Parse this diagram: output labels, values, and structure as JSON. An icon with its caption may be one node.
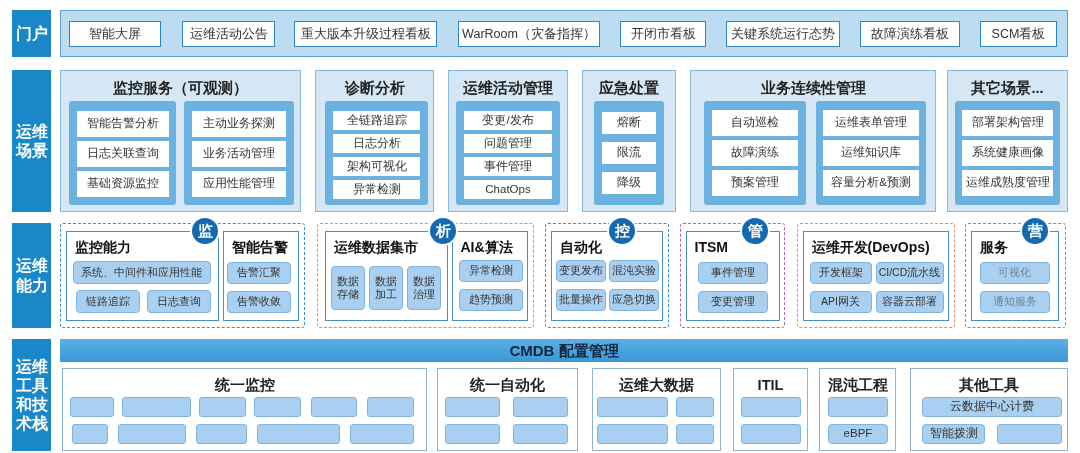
{
  "diagram": {
    "nodes": [
      {
        "text": [
          "门户"
        ]
      },
      {
        "text": [],
        "shape": "band"
      },
      {
        "text": [
          "智能大屏"
        ],
        "in": 1
      },
      {
        "text": [
          "运维活动公告"
        ],
        "in": 1
      },
      {
        "text": [
          "重大版本升级过程看板"
        ],
        "in": 1
      },
      {
        "text": [
          "WarRoom（灾备指挥）"
        ],
        "in": 1
      },
      {
        "text": [
          "开闭市看板"
        ],
        "in": 1
      },
      {
        "text": [
          "关键系统运行态势"
        ],
        "in": 1
      },
      {
        "text": [
          "故障演练看板"
        ],
        "in": 1
      },
      {
        "text": [
          "SCM看板"
        ],
        "in": 1
      },
      {
        "text": [
          "运维场景"
        ]
      },
      {
        "text": [
          "监控服务（可观测）"
        ]
      },
      {
        "text": [],
        "shape": "box",
        "in": 11
      },
      {
        "text": [
          "智能告警分析"
        ],
        "in": 12
      },
      {
        "text": [
          "日志关联查询"
        ],
        "in": 12
      },
      {
        "text": [
          "基础资源监控"
        ],
        "in": 12
      },
      {
        "text": [],
        "shape": "box",
        "in": 11
      },
      {
        "text": [
          "主动业务探测"
        ],
        "in": 16
      },
      {
        "text": [
          "业务活动管理"
        ],
        "in": 16
      },
      {
        "text": [
          "应用性能管理"
        ],
        "in": 16
      },
      {
        "text": [
          "诊断分析"
        ]
      },
      {
        "text": [],
        "shape": "box",
        "in": 20
      },
      {
        "text": [
          "全链路追踪"
        ],
        "in": 21
      },
      {
        "text": [
          "日志分析"
        ],
        "in": 21
      },
      {
        "text": [
          "架构可视化"
        ],
        "in": 21
      },
      {
        "text": [
          "异常检测"
        ],
        "in": 21
      },
      {
        "text": [
          "运维活动管理"
        ]
      },
      {
        "text": [],
        "shape": "box",
        "in": 26
      },
      {
        "text": [
          "变更/发布"
        ],
        "in": 27
      },
      {
        "text": [
          "问题管理"
        ],
        "in": 27
      },
      {
        "text": [
          "事件管理"
        ],
        "in": 27
      },
      {
        "text": [
          "ChatOps"
        ],
        "in": 27
      },
      {
        "text": [
          "应急处置"
        ]
      },
      {
        "text": [],
        "shape": "box",
        "in": 32
      },
      {
        "text": [
          "熔断"
        ],
        "in": 33
      },
      {
        "text": [
          "限流"
        ],
        "in": 33
      },
      {
        "text": [
          "降级"
        ],
        "in": 33
      },
      {
        "text": [
          "业务连续性管理"
        ]
      },
      {
        "text": [],
        "shape": "box",
        "in": 37
      },
      {
        "text": [
          "自动巡检"
        ],
        "in": 38
      },
      {
        "text": [
          "故障演练"
        ],
        "in": 38
      },
      {
        "text": [
          "预案管理"
        ],
        "in": 38
      },
      {
        "text": [],
        "shape": "box",
        "in": 37
      },
      {
        "text": [
          "运维表单管理"
        ],
        "in": 42
      },
      {
        "text": [
          "运维知识库"
        ],
        "in": 42
      },
      {
        "text": [
          "容量分析&预测"
        ],
        "in": 42
      },
      {
        "text": [
          "其它场景..."
        ]
      },
      {
        "text": [],
        "shape": "box",
        "in": 46
      },
      {
        "text": [
          "部署架构管理"
        ],
        "in": 47
      },
      {
        "text": [
          "系统健康画像"
        ],
        "in": 47
      },
      {
        "text": [
          "运维成熟度管理"
        ],
        "in": 47
      },
      {
        "text": [
          "运维能力"
        ]
      },
      {
        "text": [],
        "shape": "box"
      },
      {
        "text": [
          "监"
        ]
      },
      {
        "text": [
          "监控能力"
        ],
        "in": 52
      },
      {
        "text": [
          "系统、中间件和应用性能"
        ],
        "in": 54
      },
      {
        "text": [
          "链路追踪"
        ],
        "in": 54
      },
      {
        "text": [
          "日志查询"
        ],
        "in": 54
      },
      {
        "text": [
          "智能告警"
        ],
        "in": 52
      },
      {
        "text": [
          "告警汇聚"
        ],
        "in": 58
      },
      {
        "text": [
          "告警收敛"
        ],
        "in": 58
      },
      {
        "text": [],
        "shape": "box"
      },
      {
        "text": [
          "析"
        ]
      },
      {
        "text": [
          "运维数据集市"
        ],
        "in": 61
      },
      {
        "text": [
          "数据存储"
        ],
        "in": 63
      },
      {
        "text": [
          "数据加工"
        ],
        "in": 63
      },
      {
        "text": [
          "数据治理"
        ],
        "in": 63
      },
      {
        "text": [
          "AI&算法"
        ],
        "in": 61
      },
      {
        "text": [
          "异常检测"
        ],
        "in": 67
      },
      {
        "text": [
          "趋势预测"
        ],
        "in": 67
      },
      {
        "text": [],
        "shape": "box"
      },
      {
        "text": [
          "控"
        ]
      },
      {
        "text": [
          "自动化"
        ],
        "in": 70
      },
      {
        "text": [
          "变更发布"
        ],
        "in": 72
      },
      {
        "text": [
          "混沌实验"
        ],
        "in": 72
      },
      {
        "text": [
          "批量操作"
        ],
        "in": 72
      },
      {
        "text": [
          "应急切换"
        ],
        "in": 72
      },
      {
        "text": [],
        "shape": "box"
      },
      {
        "text": [
          "管"
        ]
      },
      {
        "text": [
          "ITSM"
        ],
        "in": 77
      },
      {
        "text": [
          "事件管理"
        ],
        "in": 79
      },
      {
        "text": [
          "变更管理"
        ],
        "in": 79
      },
      {
        "text": [],
        "shape": "box"
      },
      {
        "text": [
          "运维开发(DevOps)"
        ],
        "in": 82
      },
      {
        "text": [
          "开发框架"
        ],
        "in": 83
      },
      {
        "text": [
          "CI/CD流水线"
        ],
        "in": 83
      },
      {
        "text": [
          "API网关"
        ],
        "in": 83
      },
      {
        "text": [
          "容器云部署"
        ],
        "in": 83
      },
      {
        "text": [],
        "shape": "box"
      },
      {
        "text": [
          "营"
        ]
      },
      {
        "text": [
          "服务"
        ],
        "in": 88
      },
      {
        "text": [
          "可视化"
        ],
        "in": 90
      },
      {
        "text": [
          "通知服务"
        ],
        "in": 90
      },
      {
        "text": [
          "运维工具和技术栈"
        ]
      },
      {
        "text": [
          "CMDB 配置管理"
        ]
      },
      {
        "text": [
          "统一监控"
        ]
      },
      {
        "text": [],
        "shape": "box",
        "in": 95
      },
      {
        "text": [],
        "shape": "box",
        "in": 95
      },
      {
        "text": [],
        "shape": "box",
        "in": 95
      },
      {
        "text": [],
        "shape": "box",
        "in": 95
      },
      {
        "text": [],
        "shape": "box",
        "in": 95
      },
      {
        "text": [],
        "shape": "box",
        "in": 95
      },
      {
        "text": [],
        "shape": "box",
        "in": 95
      },
      {
        "text": [],
        "shape": "box",
        "in": 95
      },
      {
        "text": [],
        "shape": "box",
        "in": 95
      },
      {
        "text": [],
        "shape": "box",
        "in": 95
      },
      {
        "text": [],
        "shape": "box",
        "in": 95
      },
      {
        "text": [
          "统一自动化"
        ]
      },
      {
        "text": [],
        "shape": "box",
        "in": 107
      },
      {
        "text": [],
        "shape": "box",
        "in": 107
      },
      {
        "text": [],
        "shape": "box",
        "in": 107
      },
      {
        "text": [],
        "shape": "box",
        "in": 107
      },
      {
        "text": [
          "运维大数据"
        ]
      },
      {
        "text": [],
        "shape": "box",
        "in": 112
      },
      {
        "text": [],
        "shape": "box",
        "in": 112
      },
      {
        "text": [],
        "shape": "box",
        "in": 112
      },
      {
        "text": [],
        "shape": "box",
        "in": 112
      },
      {
        "text": [
          "ITIL"
        ]
      },
      {
        "text": [],
        "shape": "box",
        "in": 117
      },
      {
        "text": [],
        "shape": "box",
        "in": 117
      },
      {
        "text": [
          "混沌工程"
        ]
      },
      {
        "text": [],
        "shape": "box",
        "in": 120
      },
      {
        "text": [
          "eBPF"
        ],
        "in": 120
      },
      {
        "text": [
          "其他工具"
        ]
      },
      {
        "text": [
          "云数据中心计费"
        ],
        "in": 123
      },
      {
        "text": [
          "智能拨测"
        ],
        "in": 123
      },
      {
        "text": [],
        "shape": "box",
        "in": 123
      }
    ]
  }
}
